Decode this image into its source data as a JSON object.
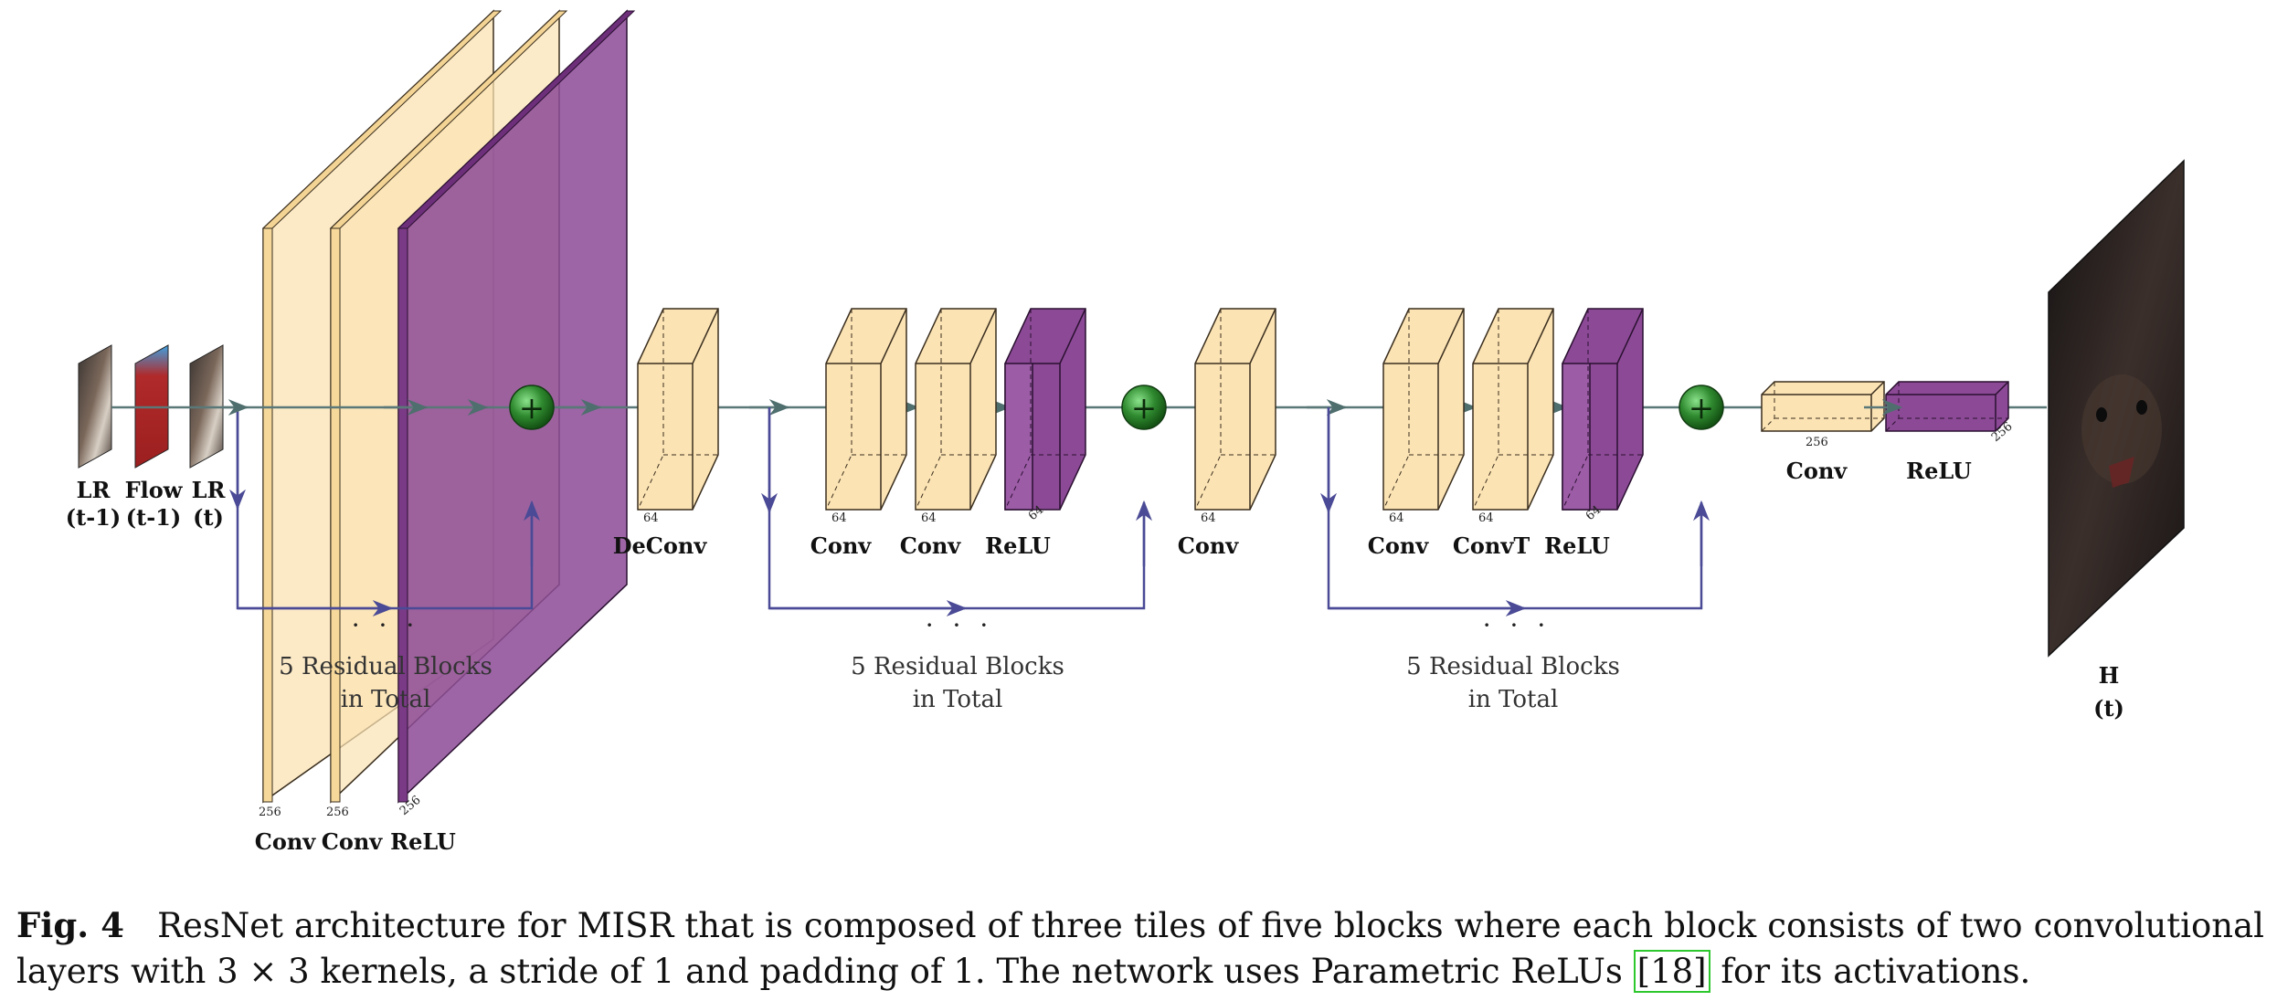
{
  "inputs": {
    "lr_prev": [
      "LR",
      "(t-1)"
    ],
    "flow": [
      "Flow",
      "(t-1)"
    ],
    "lr_cur": [
      "LR",
      "(t)"
    ]
  },
  "stage1": {
    "layers": [
      "Conv",
      "Conv",
      "ReLU"
    ],
    "channels": [
      "256",
      "256",
      "256"
    ],
    "dots": "· · ·",
    "residual": [
      "5 Residual Blocks",
      "in Total"
    ]
  },
  "deconv": {
    "label": "DeConv",
    "channels": "64"
  },
  "stage2": {
    "layers": [
      "Conv",
      "Conv",
      "ReLU"
    ],
    "channels": [
      "64",
      "64",
      "64"
    ],
    "dots": "· · ·",
    "residual": [
      "5 Residual Blocks",
      "in Total"
    ]
  },
  "mid_conv": {
    "label": "Conv",
    "channels": "64"
  },
  "stage3": {
    "layers": [
      "Conv",
      "ConvT",
      "ReLU"
    ],
    "channels": [
      "64",
      "64",
      "64"
    ],
    "dots": "· · ·",
    "residual": [
      "5 Residual Blocks",
      "in Total"
    ]
  },
  "final": {
    "layers": [
      "Conv",
      "ReLU"
    ],
    "channels": [
      "256",
      "256"
    ]
  },
  "output": [
    "H",
    "(t)"
  ],
  "sum_symbol": "+",
  "colors": {
    "conv": "#fbe3b4",
    "relu": "#8c4a96",
    "sum_node": "#2f8a2f",
    "skip_line": "#4a4a96",
    "main_line": "#5a7878"
  },
  "caption": {
    "figure_label": "Fig. 4",
    "text_before_ref": "ResNet architecture for MISR that is composed of three tiles of five blocks where each block consists of two convolutional layers with 3 × 3 kernels, a stride of 1 and padding of 1. The network uses Parametric ReLUs ",
    "ref_open": "[",
    "ref_number": "18",
    "ref_close": "]",
    "text_after_ref": " for its activations."
  }
}
